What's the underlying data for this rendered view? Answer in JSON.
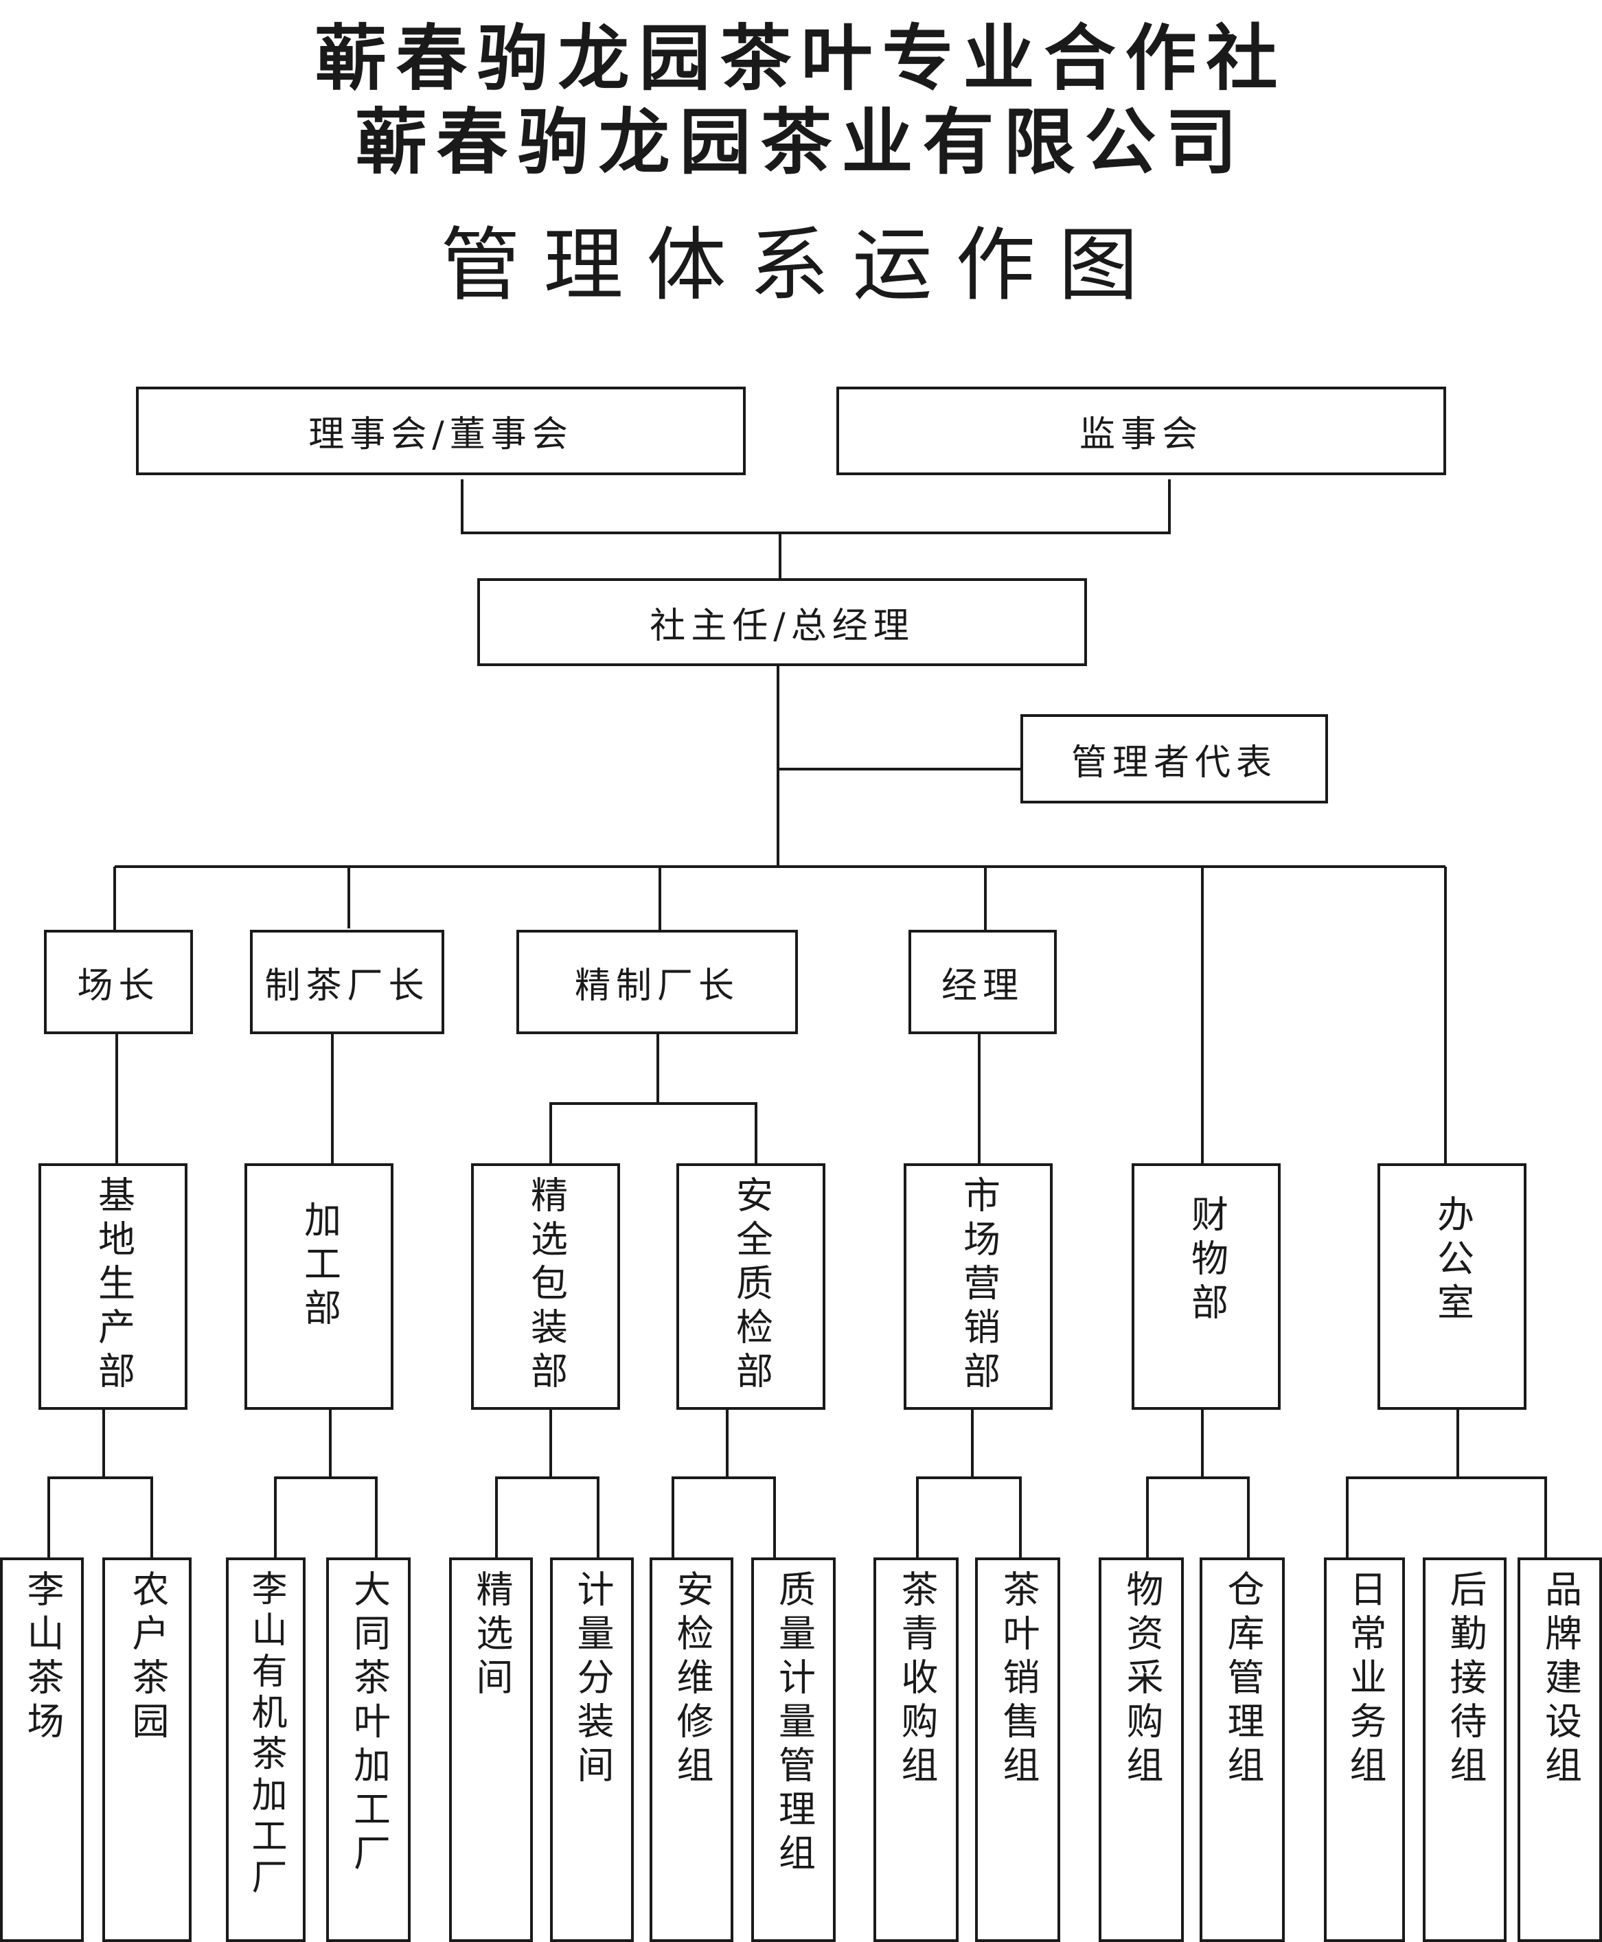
{
  "title": {
    "line1": "蕲春驹龙园茶叶专业合作社",
    "line2": "蕲春驹龙园茶业有限公司",
    "line3": "管理体系运作图"
  },
  "top": {
    "board": "理事会/董事会",
    "supervisors": "监事会",
    "director": "社主任/总经理",
    "mgmt_rep": "管理者代表"
  },
  "level2": {
    "farm_head": "场长",
    "tea_factory_head": "制茶厂长",
    "refine_factory_head": "精制厂长",
    "manager": "经理"
  },
  "departments": {
    "base_production": "基地生产部",
    "processing": "加工部",
    "selection_packing": "精选包装部",
    "quality_safety": "安全质检部",
    "marketing": "市场营销部",
    "finance": "财物部",
    "office": "办公室"
  },
  "units": {
    "lishan_farm": "李山茶场",
    "farmer_garden": "农户茶园",
    "lishan_organic": "李山有机茶加工厂",
    "datong_factory": "大同茶叶加工厂",
    "selection_room": "精选间",
    "metering_room": "计量分装间",
    "safety_repair": "安检维修组",
    "quality_metering": "质量计量管理组",
    "leaf_purchase": "茶青收购组",
    "tea_sales": "茶叶销售组",
    "material_purchase": "物资采购组",
    "warehouse": "仓库管理组",
    "daily_affairs": "日常业务组",
    "logistics": "后勤接待组",
    "brand": "品牌建设组"
  }
}
